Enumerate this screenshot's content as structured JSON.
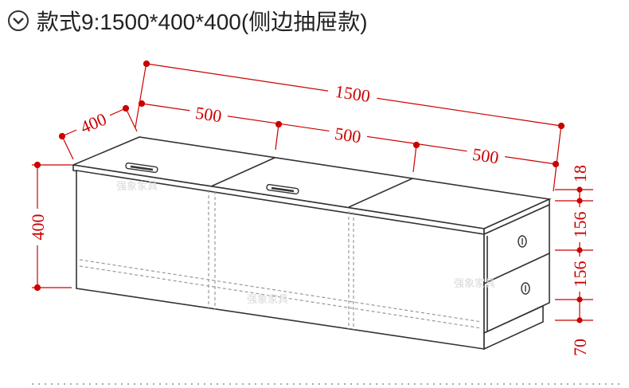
{
  "header": {
    "title": "款式9:1500*400*400(侧边抽屉款)",
    "icon": "chevron-down-circle-icon"
  },
  "dimensions": {
    "total_length": "1500",
    "section_1": "500",
    "section_2": "500",
    "section_3": "500",
    "depth": "400",
    "height": "400",
    "top_thickness": "18",
    "drawer_1": "156",
    "drawer_2": "156",
    "base": "70"
  },
  "watermarks": [
    "强象家具",
    "强象家具",
    "强象家具"
  ],
  "colors": {
    "dimension": "#cc0000",
    "outline": "#333333",
    "hidden_line": "#999999"
  }
}
